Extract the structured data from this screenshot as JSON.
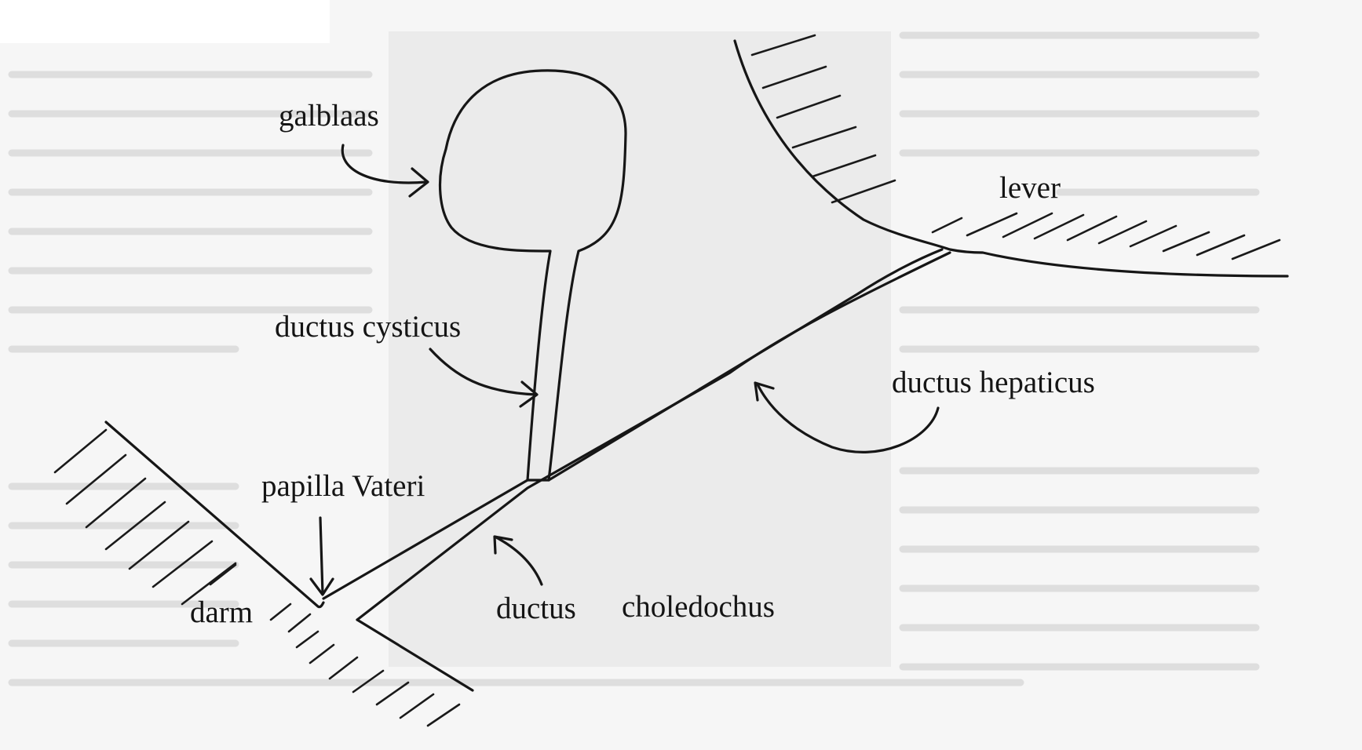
{
  "labels": {
    "gallbladder": "galblaas",
    "liver": "lever",
    "cystic_duct": "ductus cysticus",
    "hepatic_duct": "ductus hepaticus",
    "papilla": "papilla Vateri",
    "gut": "darm",
    "common_duct_word1": "ductus",
    "common_duct_word2": "choledochus"
  },
  "colors": {
    "ink": "#161616",
    "paper": "#f6f6f6",
    "background_print": "#ebebeb"
  }
}
